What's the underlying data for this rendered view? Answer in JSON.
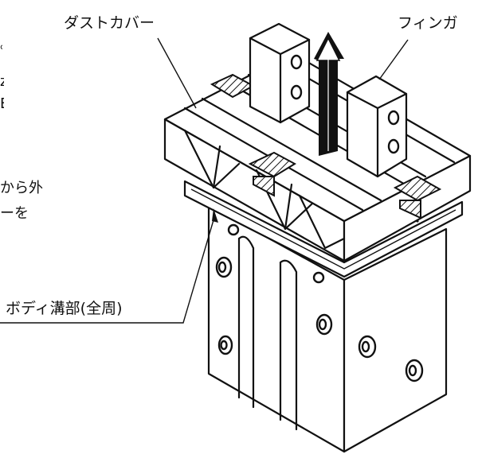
{
  "labels": {
    "dust_cover": "ダストカバー",
    "finger": "フィンガ",
    "body_groove": "ボディ溝部(全周)"
  },
  "cut_text": {
    "line1": "。",
    "line2": "z",
    "line3": "E",
    "line4": "から外",
    "line5": "ーを"
  },
  "icons": {
    "arrow": "up-arrow-icon"
  }
}
